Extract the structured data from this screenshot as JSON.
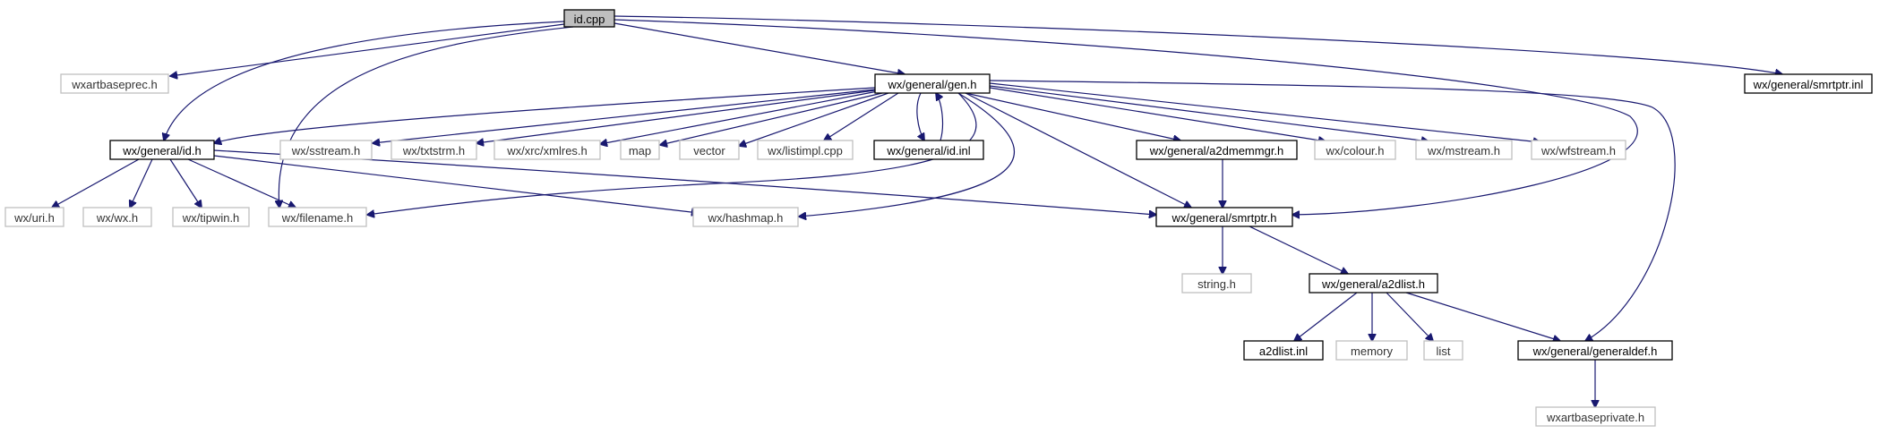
{
  "colors": {
    "edge": "#191970",
    "documented_border": "#000000",
    "external_border": "#bfbfbf",
    "root_fill": "#bfbfbf"
  },
  "nodes": [
    {
      "id": "id_cpp",
      "label": "id.cpp",
      "kind": "root"
    },
    {
      "id": "wxartbaseprec_h",
      "label": "wxartbaseprec.h",
      "kind": "external"
    },
    {
      "id": "gen_h",
      "label": "wx/general/gen.h",
      "kind": "documented"
    },
    {
      "id": "smrtptr_inl",
      "label": "wx/general/smrtptr.inl",
      "kind": "documented"
    },
    {
      "id": "id_h",
      "label": "wx/general/id.h",
      "kind": "documented"
    },
    {
      "id": "sstream_h",
      "label": "wx/sstream.h",
      "kind": "external"
    },
    {
      "id": "txtstrm_h",
      "label": "wx/txtstrm.h",
      "kind": "external"
    },
    {
      "id": "xmlres_h",
      "label": "wx/xrc/xmlres.h",
      "kind": "external"
    },
    {
      "id": "map",
      "label": "map",
      "kind": "external"
    },
    {
      "id": "vector",
      "label": "vector",
      "kind": "external"
    },
    {
      "id": "listimpl_cpp",
      "label": "wx/listimpl.cpp",
      "kind": "external"
    },
    {
      "id": "id_inl",
      "label": "wx/general/id.inl",
      "kind": "documented"
    },
    {
      "id": "a2dmemmgr_h",
      "label": "wx/general/a2dmemmgr.h",
      "kind": "documented"
    },
    {
      "id": "colour_h",
      "label": "wx/colour.h",
      "kind": "external"
    },
    {
      "id": "mstream_h",
      "label": "wx/mstream.h",
      "kind": "external"
    },
    {
      "id": "wfstream_h",
      "label": "wx/wfstream.h",
      "kind": "external"
    },
    {
      "id": "uri_h",
      "label": "wx/uri.h",
      "kind": "external"
    },
    {
      "id": "wx_h",
      "label": "wx/wx.h",
      "kind": "external"
    },
    {
      "id": "tipwin_h",
      "label": "wx/tipwin.h",
      "kind": "external"
    },
    {
      "id": "filename_h",
      "label": "wx/filename.h",
      "kind": "external"
    },
    {
      "id": "hashmap_h",
      "label": "wx/hashmap.h",
      "kind": "external"
    },
    {
      "id": "smrtptr_h",
      "label": "wx/general/smrtptr.h",
      "kind": "documented"
    },
    {
      "id": "string_h",
      "label": "string.h",
      "kind": "external"
    },
    {
      "id": "a2dlist_h",
      "label": "wx/general/a2dlist.h",
      "kind": "documented"
    },
    {
      "id": "a2dlist_inl",
      "label": "a2dlist.inl",
      "kind": "documented"
    },
    {
      "id": "memory",
      "label": "memory",
      "kind": "external"
    },
    {
      "id": "list",
      "label": "list",
      "kind": "external"
    },
    {
      "id": "generaldef_h",
      "label": "wx/general/generaldef.h",
      "kind": "documented"
    },
    {
      "id": "wxartbaseprivate_h",
      "label": "wxartbaseprivate.h",
      "kind": "external"
    }
  ],
  "edges": [
    {
      "from": "id_cpp",
      "to": "wxartbaseprec_h"
    },
    {
      "from": "id_cpp",
      "to": "gen_h"
    },
    {
      "from": "id_cpp",
      "to": "smrtptr_inl"
    },
    {
      "from": "id_cpp",
      "to": "id_h"
    },
    {
      "from": "id_cpp",
      "to": "filename_h"
    },
    {
      "from": "id_cpp",
      "to": "smrtptr_h"
    },
    {
      "from": "gen_h",
      "to": "id_h"
    },
    {
      "from": "gen_h",
      "to": "sstream_h"
    },
    {
      "from": "gen_h",
      "to": "txtstrm_h"
    },
    {
      "from": "gen_h",
      "to": "xmlres_h"
    },
    {
      "from": "gen_h",
      "to": "map"
    },
    {
      "from": "gen_h",
      "to": "vector"
    },
    {
      "from": "gen_h",
      "to": "listimpl_cpp"
    },
    {
      "from": "gen_h",
      "to": "id_inl"
    },
    {
      "from": "gen_h",
      "to": "a2dmemmgr_h"
    },
    {
      "from": "gen_h",
      "to": "colour_h"
    },
    {
      "from": "gen_h",
      "to": "mstream_h"
    },
    {
      "from": "gen_h",
      "to": "wfstream_h"
    },
    {
      "from": "gen_h",
      "to": "filename_h"
    },
    {
      "from": "gen_h",
      "to": "hashmap_h"
    },
    {
      "from": "gen_h",
      "to": "smrtptr_h"
    },
    {
      "from": "gen_h",
      "to": "generaldef_h"
    },
    {
      "from": "id_inl",
      "to": "gen_h"
    },
    {
      "from": "id_h",
      "to": "uri_h"
    },
    {
      "from": "id_h",
      "to": "wx_h"
    },
    {
      "from": "id_h",
      "to": "tipwin_h"
    },
    {
      "from": "id_h",
      "to": "filename_h"
    },
    {
      "from": "id_h",
      "to": "hashmap_h"
    },
    {
      "from": "id_h",
      "to": "smrtptr_h"
    },
    {
      "from": "a2dmemmgr_h",
      "to": "smrtptr_h"
    },
    {
      "from": "smrtptr_h",
      "to": "string_h"
    },
    {
      "from": "smrtptr_h",
      "to": "a2dlist_h"
    },
    {
      "from": "a2dlist_h",
      "to": "a2dlist_inl"
    },
    {
      "from": "a2dlist_h",
      "to": "memory"
    },
    {
      "from": "a2dlist_h",
      "to": "list"
    },
    {
      "from": "a2dlist_h",
      "to": "generaldef_h"
    },
    {
      "from": "generaldef_h",
      "to": "wxartbaseprivate_h"
    }
  ]
}
